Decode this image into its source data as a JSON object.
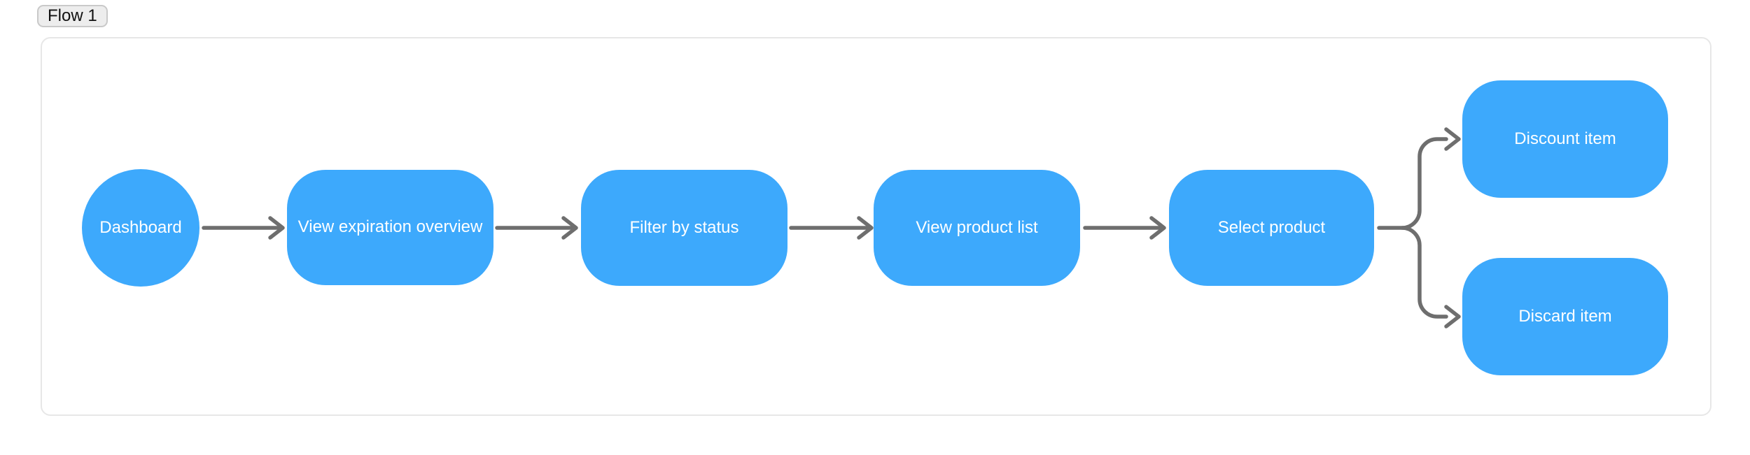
{
  "badge": {
    "label": "Flow 1"
  },
  "flow": {
    "nodes": [
      {
        "id": "dashboard",
        "label": "Dashboard",
        "shape": "circle"
      },
      {
        "id": "view-expiration-overview",
        "label": "View expiration overview",
        "shape": "rounded"
      },
      {
        "id": "filter-by-status",
        "label": "Filter by status",
        "shape": "rounded"
      },
      {
        "id": "view-product-list",
        "label": "View product list",
        "shape": "rounded"
      },
      {
        "id": "select-product",
        "label": "Select product",
        "shape": "rounded"
      },
      {
        "id": "discount-item",
        "label": "Discount item",
        "shape": "rounded"
      },
      {
        "id": "discard-item",
        "label": "Discard item",
        "shape": "rounded"
      }
    ],
    "edges": [
      {
        "from": "dashboard",
        "to": "view-expiration-overview"
      },
      {
        "from": "view-expiration-overview",
        "to": "filter-by-status"
      },
      {
        "from": "filter-by-status",
        "to": "view-product-list"
      },
      {
        "from": "view-product-list",
        "to": "select-product"
      },
      {
        "from": "select-product",
        "to": "discount-item"
      },
      {
        "from": "select-product",
        "to": "discard-item"
      }
    ],
    "colors": {
      "node_fill": "#3DA9FC",
      "node_text": "#FFFFFF",
      "edge": "#6E6E6E",
      "container_border": "#E7E7E7",
      "badge_bg": "#EDEDED",
      "badge_border": "#C9C9C9",
      "badge_text": "#111111"
    }
  }
}
